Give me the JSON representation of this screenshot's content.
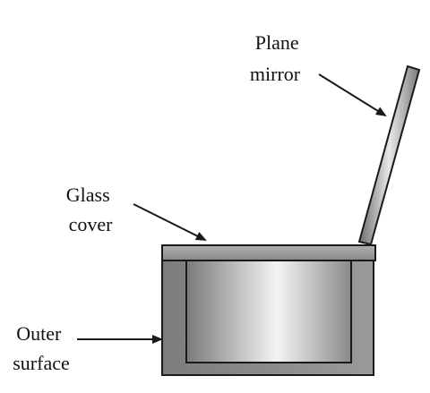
{
  "labels": {
    "mirror": [
      "Plane",
      "mirror"
    ],
    "glass": [
      "Glass",
      "cover"
    ],
    "outer": [
      "Outer",
      "surface"
    ]
  },
  "colors": {
    "stroke": "#1a1a1a",
    "box_outer": "#888888",
    "box_inner_light": "#f4f4f4",
    "box_inner_dark": "#7a7a7a",
    "glass": "#9a9a9a",
    "mirror_light": "#e8e8e8",
    "mirror_dark": "#6e6e6e"
  }
}
